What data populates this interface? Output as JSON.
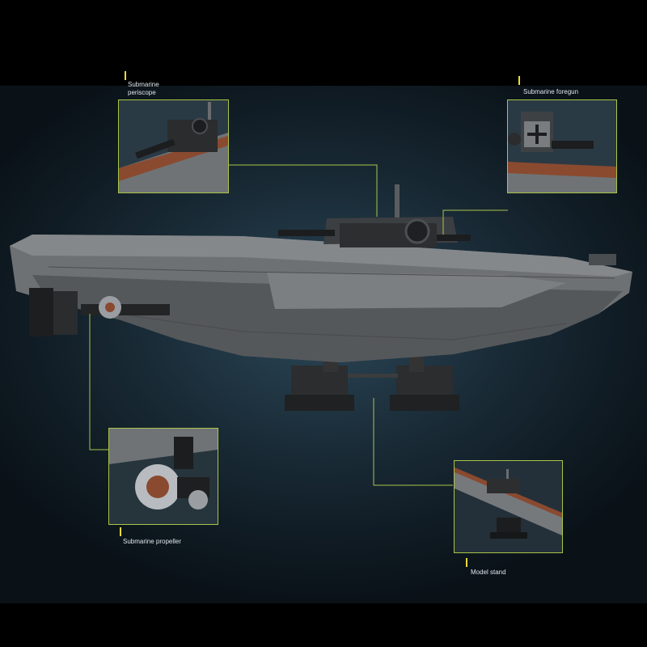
{
  "callouts": {
    "periscope": {
      "label": "Submarine\nperiscope"
    },
    "foregun": {
      "label": "Submarine foregun"
    },
    "propeller": {
      "label": "Submarine propeller"
    },
    "stand": {
      "label": "Model stand"
    }
  },
  "colors": {
    "accent_bar": "#f2d83a",
    "frame_border": "#a9c44a",
    "hull_grey": "#6b6e71",
    "deck_wood": "#8a4a30"
  }
}
